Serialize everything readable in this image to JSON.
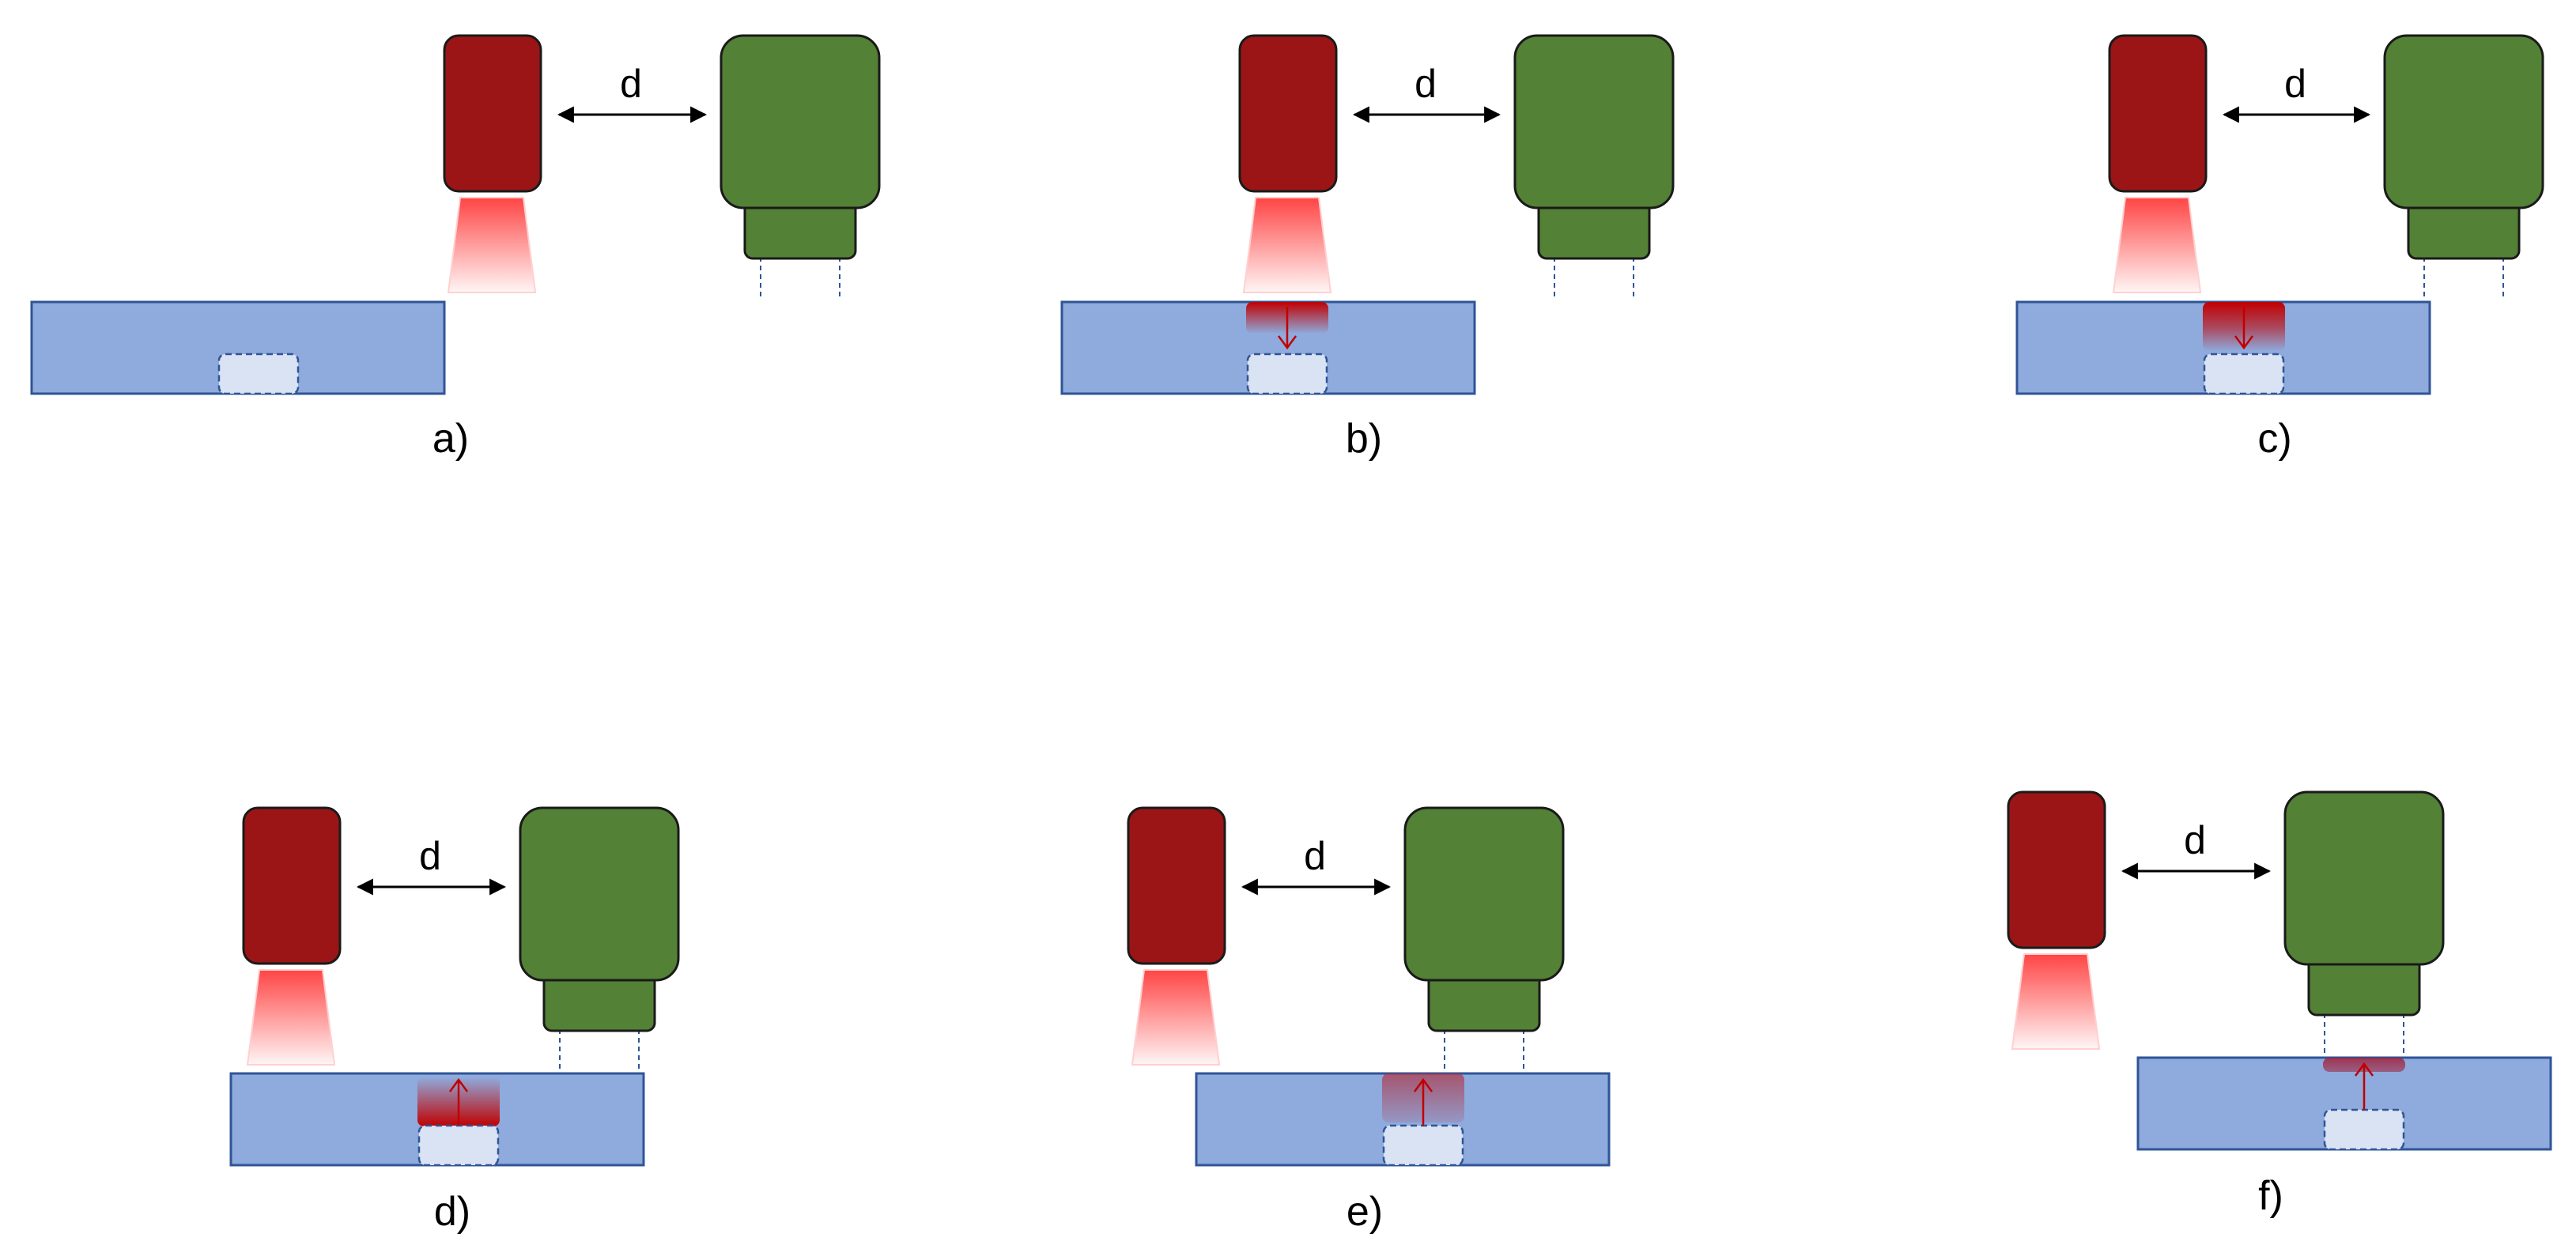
{
  "distance_symbol": "d",
  "colors": {
    "emitter": "#9b1516",
    "camera": "#538135",
    "sample": "#8faadc",
    "sample_border": "#2f5597",
    "feature": "#dae3f3",
    "beam": "#ff3b3b",
    "arrow": "#c00000"
  },
  "icons": {
    "emitter": "emitter-block",
    "camera": "camera-block",
    "beam": "light-beam-cone",
    "distance": "double-headed-arrow"
  },
  "panels": [
    {
      "label": "a)",
      "heat_direction": "none",
      "heat_state": "none"
    },
    {
      "label": "b)",
      "heat_direction": "down",
      "heat_state": "surface-thin"
    },
    {
      "label": "c)",
      "heat_direction": "down",
      "heat_state": "deep"
    },
    {
      "label": "d)",
      "heat_direction": "up",
      "heat_state": "at-feature"
    },
    {
      "label": "e)",
      "heat_direction": "up",
      "heat_state": "diffusing"
    },
    {
      "label": "f)",
      "heat_direction": "up",
      "heat_state": "surface-under-camera"
    }
  ]
}
